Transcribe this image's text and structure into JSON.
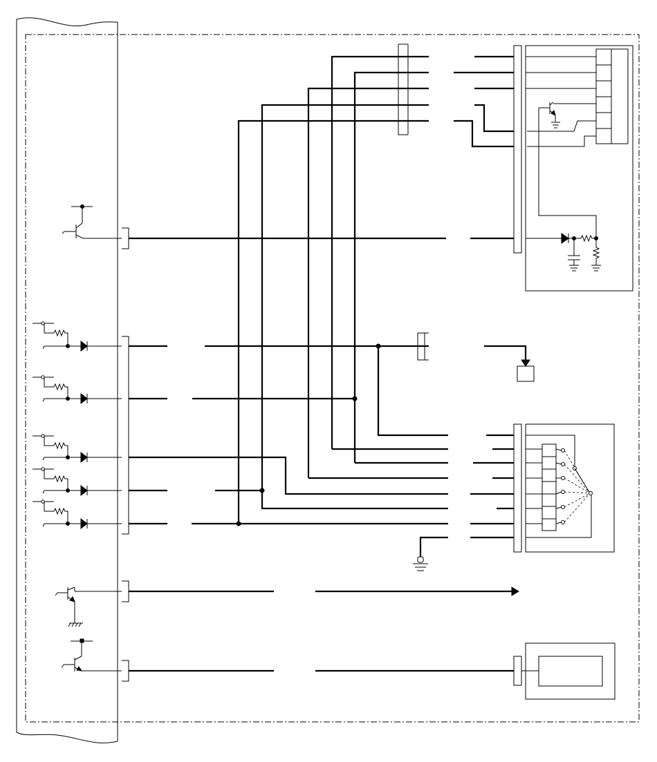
{
  "diagram": {
    "kind": "wiring schematic",
    "text_labels": [],
    "components": [
      "control-unit-panel",
      "transistor-output",
      "diode-input",
      "connector",
      "ground",
      "switch-box",
      "relay-module",
      "display-module",
      "arrow-output"
    ]
  }
}
